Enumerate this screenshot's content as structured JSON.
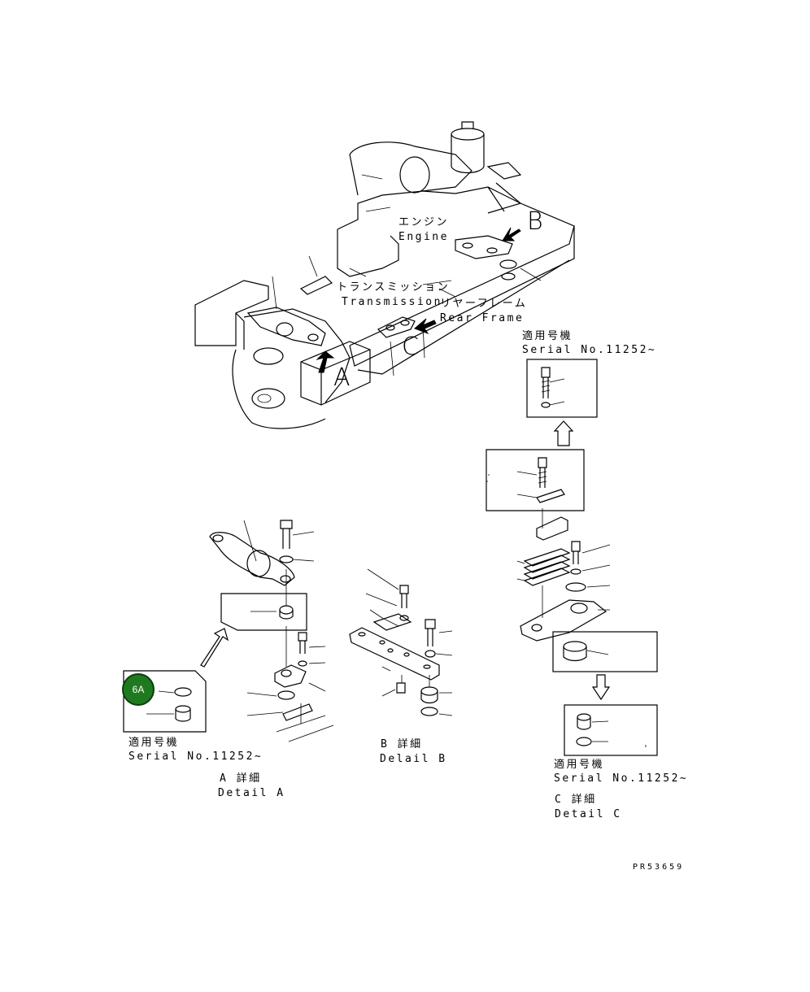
{
  "labels": {
    "engine_jp": "エンジン",
    "engine_en": "Engine",
    "transmission_jp": "トランスミッション",
    "transmission_en": "Transmission",
    "rear_frame_jp": "リヤーフレーム",
    "rear_frame_en": "Rear Frame",
    "callout_a": "A",
    "callout_b": "B",
    "callout_c": "C"
  },
  "serial_block_top": {
    "jp": "適用号機",
    "en": "Serial No.11252~"
  },
  "serial_block_a": {
    "jp": "適用号機",
    "en": "Serial No.11252~"
  },
  "serial_block_c": {
    "jp": "適用号機",
    "en": "Serial No.11252~"
  },
  "detail_a": {
    "jp": "A 詳細",
    "en": "Detail A"
  },
  "detail_b": {
    "jp": "B 詳細",
    "en": "Delail B"
  },
  "detail_c": {
    "jp": "C 詳細",
    "en": "Detail C"
  },
  "badge": {
    "label": "6A",
    "color": "#1f7a1f"
  },
  "drawing_code": "PR53659"
}
